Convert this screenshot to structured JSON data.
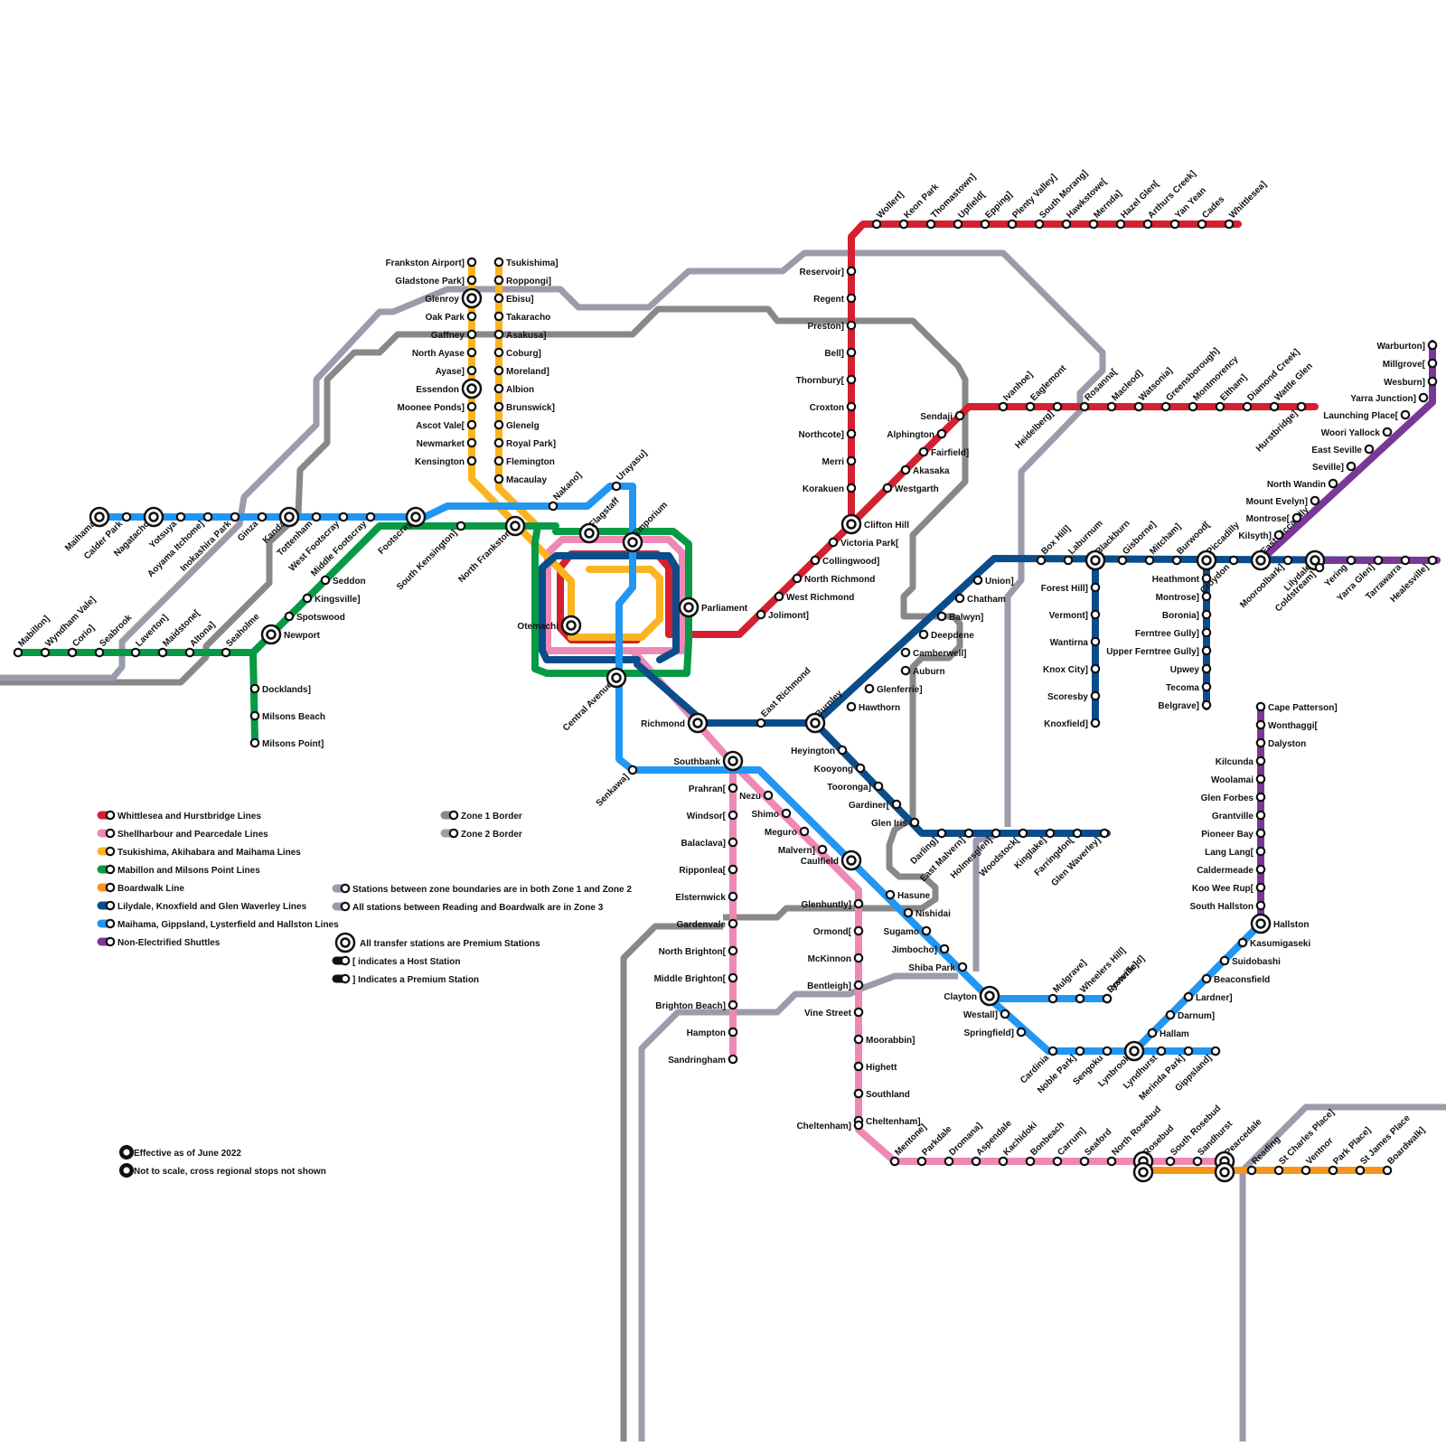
{
  "colors": {
    "red": "#d42030",
    "pink": "#ee88b5",
    "yellow": "#fbb420",
    "green": "#079a45",
    "orange": "#f7951d",
    "navy": "#0b4d8a",
    "blue": "#2196f3",
    "purple": "#7a3896",
    "zone1": "#888888",
    "zone2": "#9b9bab"
  },
  "legend": {
    "lines": [
      {
        "color": "red",
        "label": "Whittlesea and Hurstbridge Lines"
      },
      {
        "color": "pink",
        "label": "Shellharbour and Pearcedale Lines"
      },
      {
        "color": "yellow",
        "label": "Tsukishima, Akihabara and Maihama Lines"
      },
      {
        "color": "green",
        "label": "Mabillon and Milsons Point Lines"
      },
      {
        "color": "orange",
        "label": "Boardwalk Line"
      },
      {
        "color": "navy",
        "label": "Lilydale, Knoxfield and Glen Waverley Lines"
      },
      {
        "color": "blue",
        "label": "Maihama, Gippsland, Lysterfield and Hallston Lines"
      },
      {
        "color": "purple",
        "label": "Non-Electrified Shuttles"
      }
    ],
    "zones": [
      {
        "color": "zone1",
        "label": "Zone 1 Border"
      },
      {
        "color": "zone2",
        "label": "Zone 2 Border"
      }
    ],
    "notes": [
      "Stations between zone boundaries are in both Zone 1 and Zone 2",
      "All stations between Reading and Boardwalk are in Zone 3",
      "All transfer stations are Premium Stations",
      "[ indicates a Host Station",
      "] Indicates a Premium Station"
    ],
    "footer": [
      "Effective as of June 2022",
      "Not to scale, cross regional stops not shown"
    ]
  },
  "stations": {
    "red": [
      "Wollert]",
      "Keon Park",
      "Thomastown]",
      "Upfield[",
      "Epping]",
      "Plenty Valley]",
      "South Morang]",
      "Hawkstowe[",
      "Mernda]",
      "Hazel Glen[",
      "Arthurs Creek]",
      "Yan Yean",
      "Cades",
      "Whittlesea]",
      "Reservoir]",
      "Regent",
      "Preston]",
      "Bell]",
      "Thornbury[",
      "Croxton",
      "Northcote]",
      "Merri",
      "Korakuen",
      "Clifton Hill",
      "Victoria Park[",
      "Collingwood]",
      "North Richmond",
      "West Richmond",
      "Jolimont]",
      "Westgarth",
      "Akasaka",
      "Fairfield]",
      "Alphington",
      "Sendaji",
      "Ivanhoe]",
      "Eaglemont",
      "Heidelberg]",
      "Rosanna[",
      "Macleod]",
      "Watsonia]",
      "Greensborough]",
      "Montmorency",
      "Eltham]",
      "Diamond Creek]",
      "Wattle Glen",
      "Hurstbridge]",
      "Parliament"
    ],
    "yellow": [
      "Frankston Airport]",
      "Gladstone Park]",
      "Glenroy",
      "Oak Park",
      "Gaffney",
      "North Ayase",
      "Ayase]",
      "Essendon",
      "Moonee Ponds]",
      "Ascot Vale[",
      "Newmarket",
      "Kensington",
      "Tsukishima]",
      "Roppongi]",
      "Ebisu]",
      "Takaracho",
      "Asakusa]",
      "Coburg]",
      "Moreland]",
      "Albion",
      "Brunswick]",
      "Glenelg",
      "Royal Park]",
      "Flemington",
      "Macaulay",
      "North Frankston",
      "Flagstaff",
      "Otemachi"
    ],
    "green": [
      "Mabillon]",
      "Wyndham Vale]",
      "Corio]",
      "Seabrook",
      "Laverton]",
      "Maidstone[",
      "Altona]",
      "Seaholme",
      "Newport",
      "Spotswood",
      "Kingsville]",
      "Seddon",
      "Docklands]",
      "Milsons Beach",
      "Milsons Point]",
      "South Kensington]"
    ],
    "blue": [
      "Maihama",
      "Calder Park",
      "Nagatacho",
      "Yotsuya",
      "Aoyama Itchome]",
      "Inokashira Park",
      "Ginza",
      "Kanda",
      "Tottenham",
      "West Footscray",
      "Middle Footscray",
      "Footscray",
      "Nakano]",
      "Urayasu]",
      "Emporium",
      "Central Avenue",
      "Senkawa]",
      "Southbank",
      "Nezu",
      "Shimo",
      "Meguro",
      "Malvern]",
      "Caulfield",
      "Hasune",
      "Nishidai",
      "Sugamo",
      "Jimbocho]",
      "Shiba Park",
      "Clayton",
      "Westall]",
      "Springfield]",
      "Mulgrave]",
      "Wheelers Hill]",
      "Rowville]",
      "Lysterfield]",
      "Cardinia",
      "Noble Park]",
      "Sengoku",
      "Lynbrook",
      "Lyndhurst",
      "Merinda Park]",
      "Gippsland]",
      "Hallam",
      "Darnum]",
      "Lardner]",
      "Beaconsfield",
      "Suidobashi",
      "Kasumigaseki",
      "Hallston"
    ],
    "navy": [
      "Richmond",
      "East Richmond",
      "Burnley",
      "Hawthorn",
      "Glenferrie]",
      "Auburn",
      "Camberwell]",
      "Deepdene",
      "Balwyn]",
      "Chatham",
      "Union]",
      "Box Hill]",
      "Laburnum",
      "Blackburn",
      "Gisborne]",
      "Mitcham]",
      "Burwood[",
      "Piccadilly",
      "East Piccadilly",
      "Mooroolbark]",
      "Croydon",
      "Lilydale",
      "Coldstream]",
      "Forest Hill]",
      "Vermont]",
      "Wantirna",
      "Knox City]",
      "Scoresby",
      "Knoxfield]",
      "Heathmont",
      "Montrose]",
      "Boronia]",
      "Ferntree Gully]",
      "Upper Ferntree Gully]",
      "Upwey",
      "Tecoma",
      "Belgrave]",
      "Heyington",
      "Kooyong",
      "Tooronga]",
      "Gardiner[",
      "Glen Iris",
      "Darling]",
      "East Malvern]",
      "Holmesglen]",
      "Woodstock[",
      "Kinglake]",
      "Farringdon[",
      "Glen Waverley]"
    ],
    "pink": [
      "Prahran[",
      "Windsor[",
      "Balaclava]",
      "Ripponlea[",
      "Elsternwick",
      "Gardenvale",
      "North Brighton[",
      "Middle Brighton[",
      "Brighton Beach]",
      "Hampton",
      "Sandringham",
      "Glenhuntly]",
      "Ormond[",
      "McKinnon",
      "Bentleigh]",
      "Vine Street",
      "Moorabbin]",
      "Highett",
      "Southland",
      "Cheltenham]",
      "Mentone]",
      "Parkdale",
      "Dromana]",
      "Aspendale",
      "Kachidoki",
      "Bonbeach",
      "Carrum]",
      "Seaford",
      "North Rosebud",
      "Rosebud",
      "South Rosebud",
      "Sandhurst",
      "Pearcedale"
    ],
    "orange": [
      "Reading",
      "St Charles Place]",
      "Ventnor",
      "Park Place]",
      "St James Place",
      "Boardwalk]"
    ],
    "purple": [
      "Warburton]",
      "Millgrove[",
      "Wesburn]",
      "Yarra Junction]",
      "Launching Place[",
      "Woori Yallock",
      "East Seville",
      "Seville]",
      "North Wandin",
      "Mount Evelyn]",
      "Montrose[",
      "Kilsyth]",
      "Yering",
      "Yarra Glen]",
      "Tarrawarra",
      "Healesville]",
      "Cape Patterson]",
      "Wonthaggi[",
      "Dalyston",
      "Kilcunda",
      "Woolamai",
      "Glen Forbes",
      "Grantville",
      "Pioneer Bay",
      "Lang Lang[",
      "Caldermeade",
      "Koo Wee Rup[",
      "South Hallston"
    ]
  }
}
